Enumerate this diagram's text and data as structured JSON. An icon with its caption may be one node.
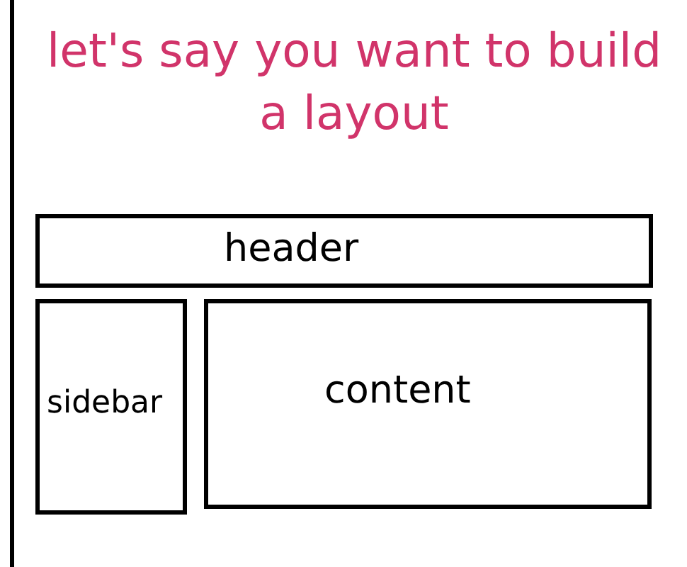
{
  "diagram": {
    "title": "let's say you want to build a layout",
    "nodes": [
      {
        "text": [
          "header"
        ]
      },
      {
        "text": [
          "sidebar"
        ]
      },
      {
        "text": [
          "content"
        ]
      }
    ],
    "edges": []
  }
}
